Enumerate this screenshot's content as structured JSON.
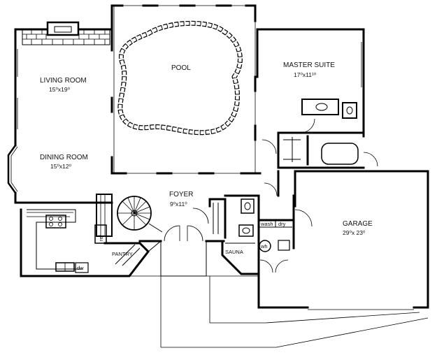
{
  "rooms": {
    "living_room": {
      "name": "LIVING ROOM",
      "size": "15⁰x19⁰"
    },
    "dining_room": {
      "name": "DINING ROOM",
      "size": "15⁰x12⁰"
    },
    "pool": {
      "name": "POOL"
    },
    "master_suite": {
      "name": "MASTER SUITE",
      "size": "17⁰x11¹⁰"
    },
    "foyer": {
      "name": "FOYER",
      "size": "9⁰x11⁰"
    },
    "garage": {
      "name": "GARAGE",
      "size": "29⁰x 23⁰"
    },
    "pantry": {
      "name": "PANTRY"
    },
    "sauna": {
      "name": "SAUNA"
    }
  },
  "fixtures": {
    "washer": "wash",
    "dryer": "dry",
    "water_heater": "wh",
    "refrigerator": "ref",
    "dishwasher": "dw"
  }
}
